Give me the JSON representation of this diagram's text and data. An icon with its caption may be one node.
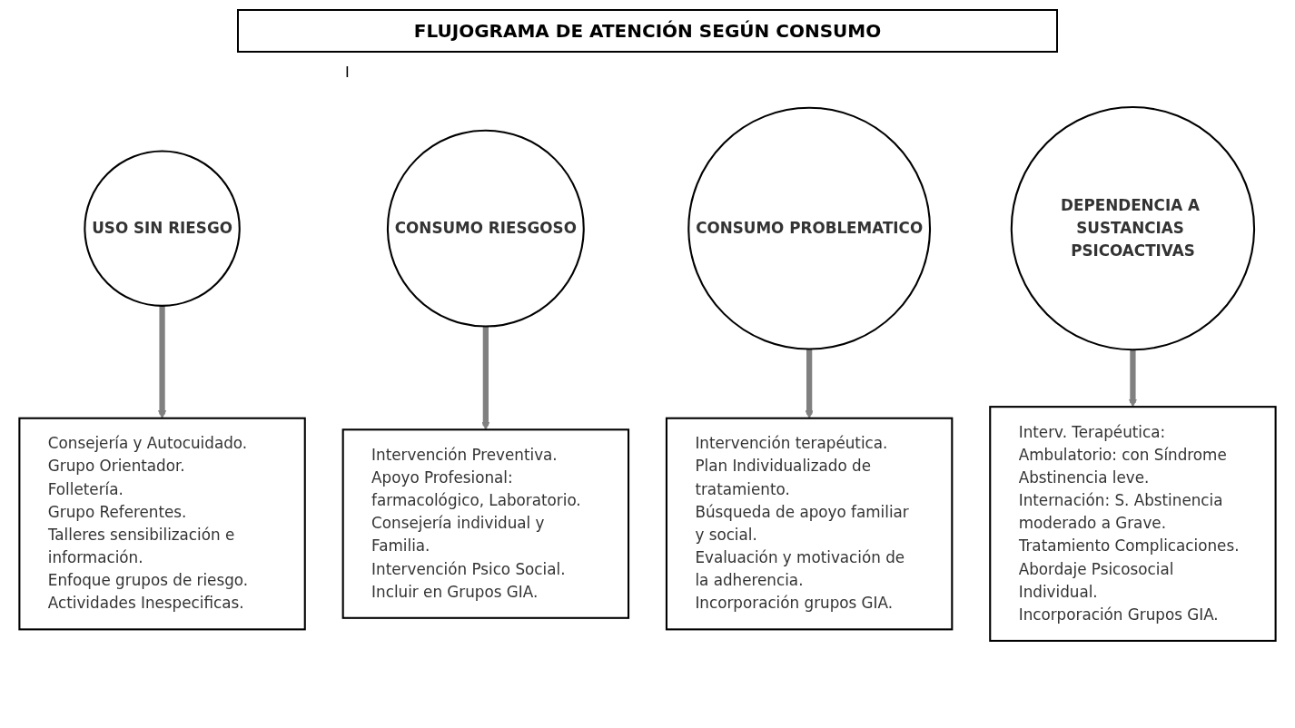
{
  "diagram": {
    "title": "FLUJOGRAMA DE ATENCIÓN SEGÚN CONSUMO",
    "nodes": [
      {
        "text": [
          "USO SIN RIESGO"
        ]
      },
      {
        "text": [
          "CONSUMO RIESGOSO"
        ]
      },
      {
        "text": [
          "CONSUMO PROBLEMATICO"
        ]
      },
      {
        "text": [
          "DEPENDENCIA A SUSTANCIAS PSICOACTIVAS"
        ]
      },
      {
        "text": [
          "Consejería y Autocuidado.",
          "Grupo Orientador.",
          "Folletería.",
          "Grupo Referentes.",
          "Talleres sensibilización e información.",
          "Enfoque grupos de riesgo.",
          "Actividades Inespecificas."
        ]
      },
      {
        "text": [
          "Intervención Preventiva.",
          "Apoyo Profesional: farmacológico, Laboratorio.",
          "Consejería individual y Familia.",
          "Intervención Psico Social.",
          "Incluir en Grupos GIA."
        ]
      },
      {
        "text": [
          "Intervención terapéutica.",
          "Plan Individualizado de tratamiento.",
          "Búsqueda de apoyo familiar y social.",
          "Evaluación y motivación de la adherencia.",
          "Incorporación grupos GIA."
        ]
      },
      {
        "text": [
          "Interv. Terapéutica:",
          "Ambulatorio: con Síndrome Abstinencia leve.",
          "Internación: S. Abstinencia moderado a Grave.",
          "Tratamiento Complicaciones.",
          "Abordaje Psicosocial Individual.",
          "Incorporación Grupos GIA."
        ]
      }
    ],
    "edges": [
      {
        "from": 0,
        "to": 4,
        "arrow": "to"
      },
      {
        "from": 1,
        "to": 5,
        "arrow": "to"
      },
      {
        "from": 2,
        "to": 6,
        "arrow": "to"
      },
      {
        "from": 3,
        "to": 7,
        "arrow": "to"
      }
    ],
    "labels": [
      "I"
    ]
  }
}
